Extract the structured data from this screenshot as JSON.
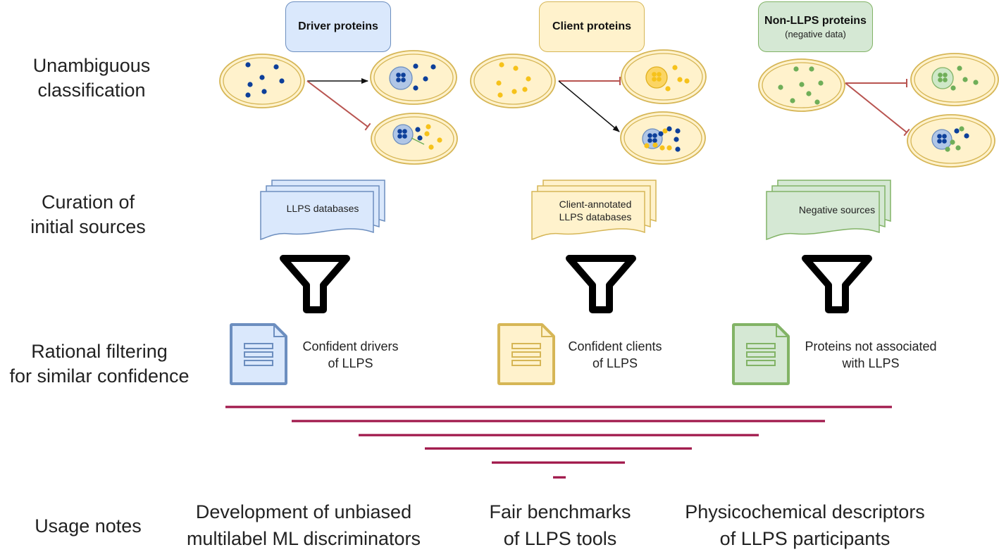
{
  "row_labels": {
    "classification": [
      "Unambiguous",
      "classification"
    ],
    "curation": [
      "Curation of",
      "initial sources"
    ],
    "filtering": [
      "Rational filtering",
      "for similar confidence"
    ],
    "usage": "Usage notes"
  },
  "columns": {
    "driver": {
      "header_title": "Driver proteins",
      "source_label": [
        "LLPS databases"
      ],
      "filtered_label": [
        "Confident drivers",
        "of LLPS"
      ],
      "usage": [
        "Development of unbiased",
        "multilabel ML discriminators"
      ]
    },
    "client": {
      "header_title": "Client proteins",
      "source_label": [
        "Client-annotated",
        "LLPS databases"
      ],
      "filtered_label": [
        "Confident clients",
        "of LLPS"
      ],
      "usage": [
        "Fair benchmarks",
        "of LLPS tools"
      ]
    },
    "nonllps": {
      "header_title": "Non-LLPS proteins",
      "header_subtitle": "(negative data)",
      "source_label": [
        "Negative sources"
      ],
      "filtered_label": [
        "Proteins not associated",
        "with LLPS"
      ],
      "usage": [
        "Physicochemical descriptors",
        "of LLPS participants"
      ]
    }
  },
  "colors": {
    "blue_fill": "#dae8fc",
    "blue_stroke": "#6c8ebf",
    "yellow_fill": "#fff2cc",
    "yellow_stroke": "#d6b656",
    "green_fill": "#d5e8d4",
    "green_stroke": "#82b366",
    "cell_fill": "#fff2cc",
    "cell_stroke": "#d6b656",
    "driver_dot": "#0d3f9a",
    "client_dot": "#f6c21a",
    "nonllps_dot": "#6fae58",
    "inhibit_arrow": "#b85450",
    "pyramid_bar": "#a0174a"
  }
}
